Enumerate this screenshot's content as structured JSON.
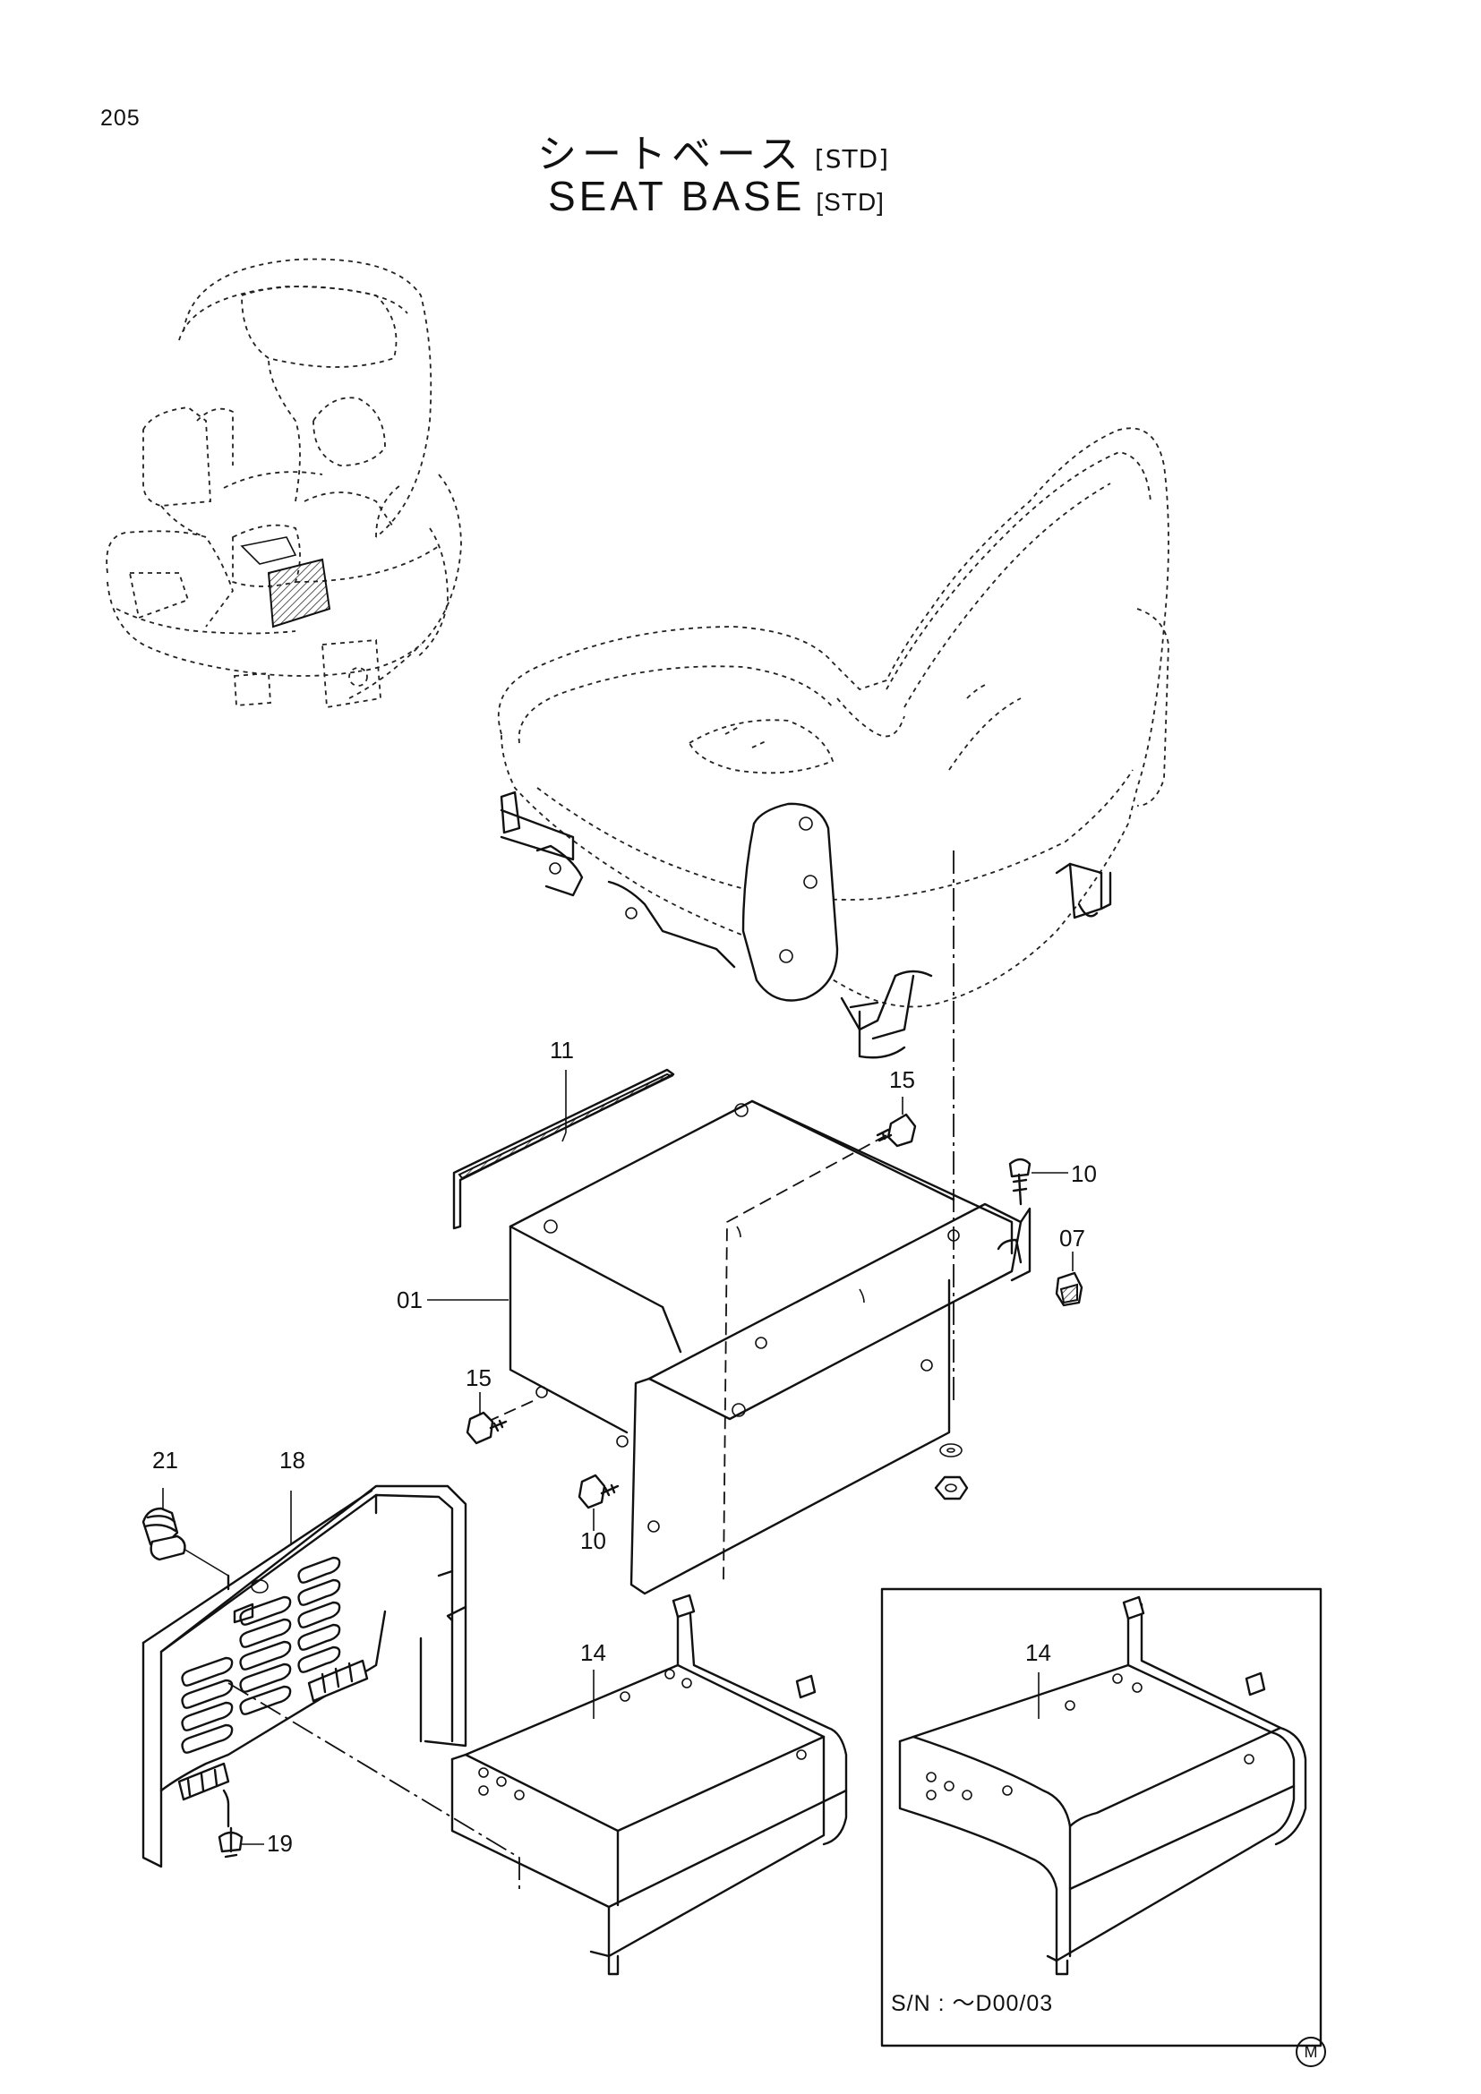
{
  "page_number": "205",
  "title_jp": "シートベース",
  "title_jp_tag": "[STD]",
  "title_en": "SEAT BASE",
  "title_en_tag": "[STD]",
  "callouts": {
    "c11": "11",
    "c15a": "15",
    "c10a": "10",
    "c07": "07",
    "c01": "01",
    "c15b": "15",
    "c21": "21",
    "c18": "18",
    "c10b": "10",
    "c14a": "14",
    "c14b": "14",
    "c19": "19"
  },
  "inset_note": "S/N : ～D00/03",
  "corner_mark": "M"
}
